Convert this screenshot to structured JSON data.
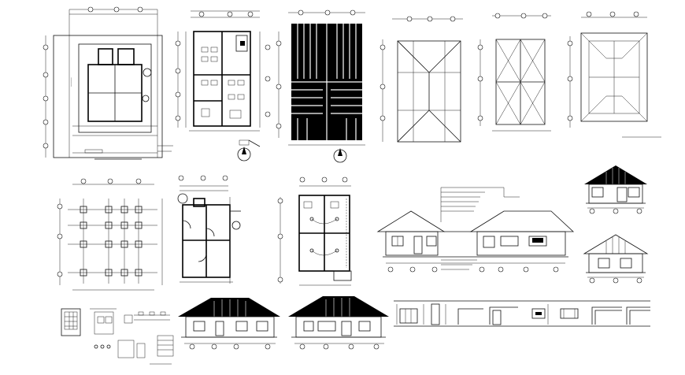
{
  "drawing_set": {
    "sheet_background": "#ffffff",
    "line_color": "#111111",
    "panels": [
      {
        "id": "site-plan",
        "kind": "site plan with building footprint"
      },
      {
        "id": "ground-floor-furniture",
        "kind": "furnished floor plan"
      },
      {
        "id": "roof-tile-plan",
        "kind": "roof plan, hatched"
      },
      {
        "id": "roof-framing-a",
        "kind": "roof framing plan"
      },
      {
        "id": "roof-framing-b",
        "kind": "roof beam plan"
      },
      {
        "id": "roof-outline",
        "kind": "roof outline plan"
      },
      {
        "id": "foundation-grid",
        "kind": "footing layout grid"
      },
      {
        "id": "floor-plan-doors",
        "kind": "floor plan with door swings"
      },
      {
        "id": "electrical-plan",
        "kind": "electrical floor plan"
      },
      {
        "id": "elevation-long-a",
        "kind": "front elevation with callouts"
      },
      {
        "id": "elevation-side-top",
        "kind": "side elevation"
      },
      {
        "id": "elevation-side-bottom",
        "kind": "side elevation"
      },
      {
        "id": "details-cluster",
        "kind": "construction details"
      },
      {
        "id": "elevation-rear",
        "kind": "rear elevation"
      },
      {
        "id": "elevation-front",
        "kind": "front elevation"
      },
      {
        "id": "wall-sections",
        "kind": "wall section strips"
      }
    ]
  }
}
